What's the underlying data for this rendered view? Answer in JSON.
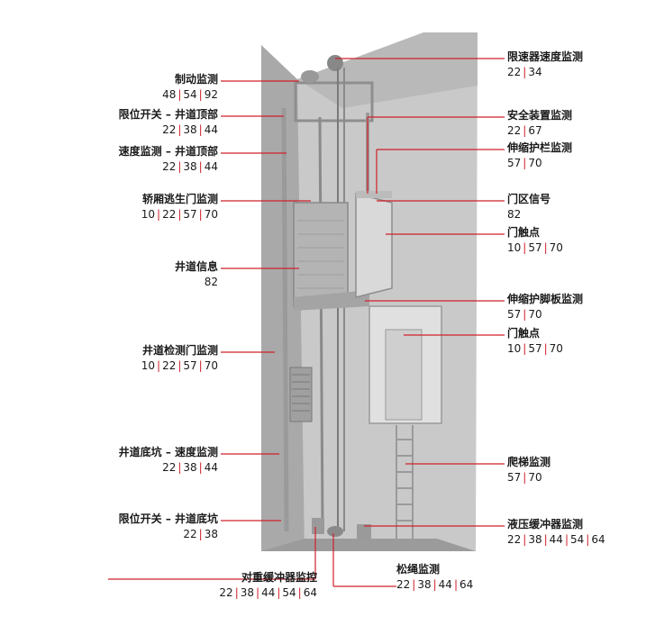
{
  "accent": "#d0202a",
  "left_labels": [
    {
      "title": "制动监测",
      "codes": [
        "48",
        "54",
        "92"
      ]
    },
    {
      "title": "限位开关 – 井道顶部",
      "codes": [
        "22",
        "38",
        "44"
      ]
    },
    {
      "title": "速度监测 – 井道顶部",
      "codes": [
        "22",
        "38",
        "44"
      ]
    },
    {
      "title": "轿厢逃生门监测",
      "codes": [
        "10",
        "22",
        "57",
        "70"
      ]
    },
    {
      "title": "井道信息",
      "codes": [
        "82"
      ]
    },
    {
      "title": "井道检测门监测",
      "codes": [
        "10",
        "22",
        "57",
        "70"
      ]
    },
    {
      "title": "井道底坑 – 速度监测",
      "codes": [
        "22",
        "38",
        "44"
      ]
    },
    {
      "title": "限位开关 – 井道底坑",
      "codes": [
        "22",
        "38"
      ]
    }
  ],
  "right_labels": [
    {
      "title": "限速器速度监测",
      "codes": [
        "22",
        "34"
      ]
    },
    {
      "title": "安全装置监测",
      "codes": [
        "22",
        "67"
      ]
    },
    {
      "title": "伸缩护栏监测",
      "codes": [
        "57",
        "70"
      ]
    },
    {
      "title": "门区信号",
      "codes": [
        "82"
      ]
    },
    {
      "title": "门触点",
      "codes": [
        "10",
        "57",
        "70"
      ]
    },
    {
      "title": "伸缩护脚板监测",
      "codes": [
        "57",
        "70"
      ]
    },
    {
      "title": "门触点",
      "codes": [
        "10",
        "57",
        "70"
      ]
    },
    {
      "title": "爬梯监测",
      "codes": [
        "57",
        "70"
      ]
    },
    {
      "title": "液压缓冲器监测",
      "codes": [
        "22",
        "38",
        "44",
        "54",
        "64"
      ]
    }
  ],
  "bottom_labels": [
    {
      "title": "对重缓冲器监控",
      "codes": [
        "22",
        "38",
        "44",
        "54",
        "64"
      ]
    },
    {
      "title": "松绳监测",
      "codes": [
        "22",
        "38",
        "44",
        "64"
      ]
    }
  ]
}
